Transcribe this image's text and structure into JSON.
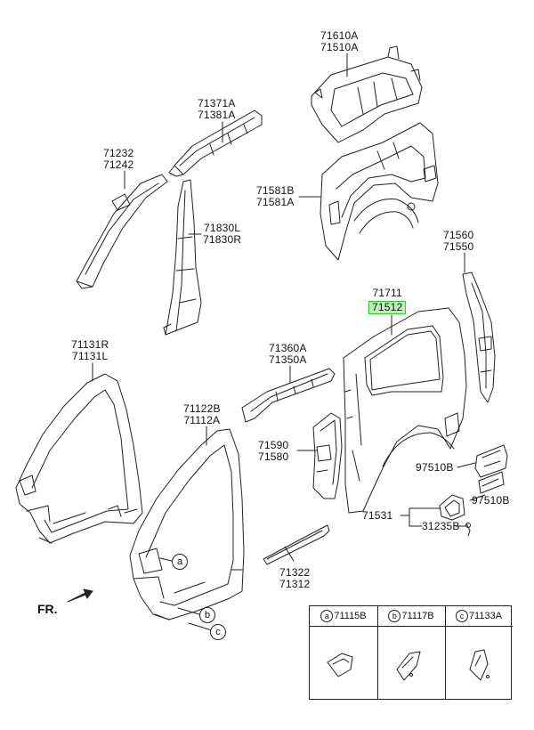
{
  "labels": {
    "p71610": [
      "71610A",
      "71510A"
    ],
    "p71371": [
      "71371A",
      "71381A"
    ],
    "p71232": [
      "71232",
      "71242"
    ],
    "p71581": [
      "71581B",
      "71581A"
    ],
    "p71830": [
      "71830L",
      "71830R"
    ],
    "p71560": [
      "71560",
      "71550"
    ],
    "p71711": [
      "71711",
      "71512"
    ],
    "p71131": [
      "71131R",
      "71131L"
    ],
    "p71360": [
      "71360A",
      "71350A"
    ],
    "p71122": [
      "71122B",
      "71112A"
    ],
    "p71590": [
      "71590",
      "71580"
    ],
    "p97510b": [
      "97510B"
    ],
    "p97510b2": [
      "97510B"
    ],
    "p71531": [
      "71531"
    ],
    "p31235": [
      "31235B"
    ],
    "p71322": [
      "71322",
      "71312"
    ]
  },
  "highlighted": "71512",
  "direction_label": "FR.",
  "callouts": [
    "a",
    "b",
    "c"
  ],
  "legend": [
    {
      "letter": "a",
      "part": "71115B"
    },
    {
      "letter": "b",
      "part": "71117B"
    },
    {
      "letter": "c",
      "part": "71133A"
    }
  ]
}
